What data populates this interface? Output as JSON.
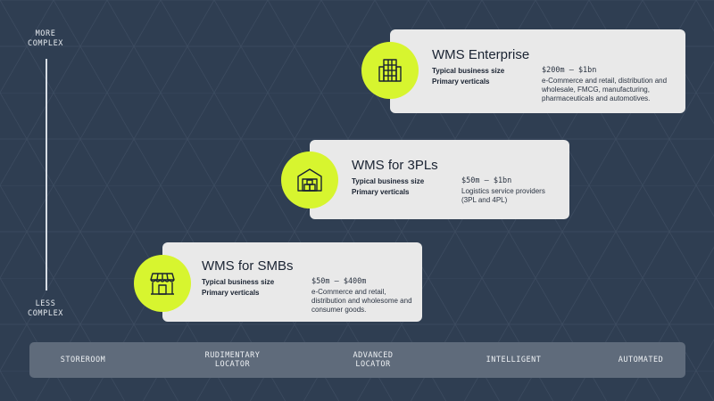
{
  "axis": {
    "top_line1": "MORE",
    "top_line2": "COMPLEX",
    "bottom_line1": "LESS",
    "bottom_line2": "COMPLEX"
  },
  "cards": [
    {
      "title": "WMS Enterprise",
      "size_label": "Typical business size",
      "size_value": "$200m – $1bn",
      "verticals_label": "Primary verticals",
      "verticals_value": "e-Commerce and retail, distribution and wholesale, FMCG, manufacturing, pharmaceuticals and automotives.",
      "icon": "enterprise-building-icon"
    },
    {
      "title": "WMS for 3PLs",
      "size_label": "Typical business size",
      "size_value": "$50m – $1bn",
      "verticals_label": "Primary verticals",
      "verticals_value": "Logistics service providers (3PL and 4PL)",
      "icon": "warehouse-icon"
    },
    {
      "title": "WMS for SMBs",
      "size_label": "Typical business size",
      "size_value": "$50m – $400m",
      "verticals_label": "Primary verticals",
      "verticals_value": "e-Commerce and retail, distribution and wholesome and consumer goods.",
      "icon": "storefront-icon"
    }
  ],
  "stages": [
    {
      "line1": "STOREROOM",
      "line2": ""
    },
    {
      "line1": "RUDIMENTARY",
      "line2": "LOCATOR"
    },
    {
      "line1": "ADVANCED",
      "line2": "LOCATOR"
    },
    {
      "line1": "INTELLIGENT",
      "line2": ""
    },
    {
      "line1": "AUTOMATED",
      "line2": ""
    }
  ],
  "colors": {
    "background": "#2f3e52",
    "card": "#e9e9e9",
    "accent": "#d7f52f",
    "stage_bar": "#5f6b7b",
    "text_dark": "#1a2332"
  }
}
